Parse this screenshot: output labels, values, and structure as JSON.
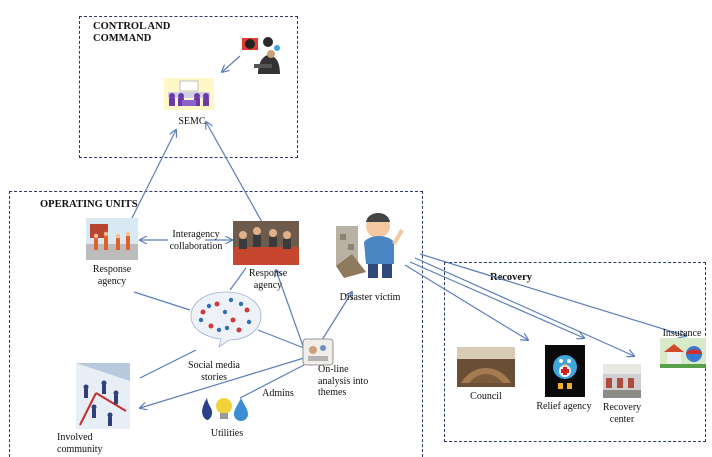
{
  "groups": {
    "control": {
      "title": "CONTROL AND\nCOMMAND"
    },
    "operating": {
      "title": "OPERATING UNITS"
    },
    "recovery": {
      "title": "Recovery"
    }
  },
  "nodes": {
    "semc": "SEMC",
    "response_agency_left": "Response\nagency",
    "response_agency_mid": "Response\nagency",
    "interagency": "Interagency\ncollaboration",
    "disaster_victim": "Disaster victim",
    "social_media": "Social media\nstories",
    "online_analysis": "On-line\nanalysis into\nthemes",
    "admins": "Admins",
    "utilities": "Utilities",
    "involved_community": "Involved\ncommunity",
    "council": "Council",
    "relief_agency": "Relief agency",
    "recovery_center": "Recovery\ncenter",
    "insurance": "Insurance"
  },
  "colors": {
    "border": "#2b3a66",
    "arrow": "#5b7fb8"
  }
}
